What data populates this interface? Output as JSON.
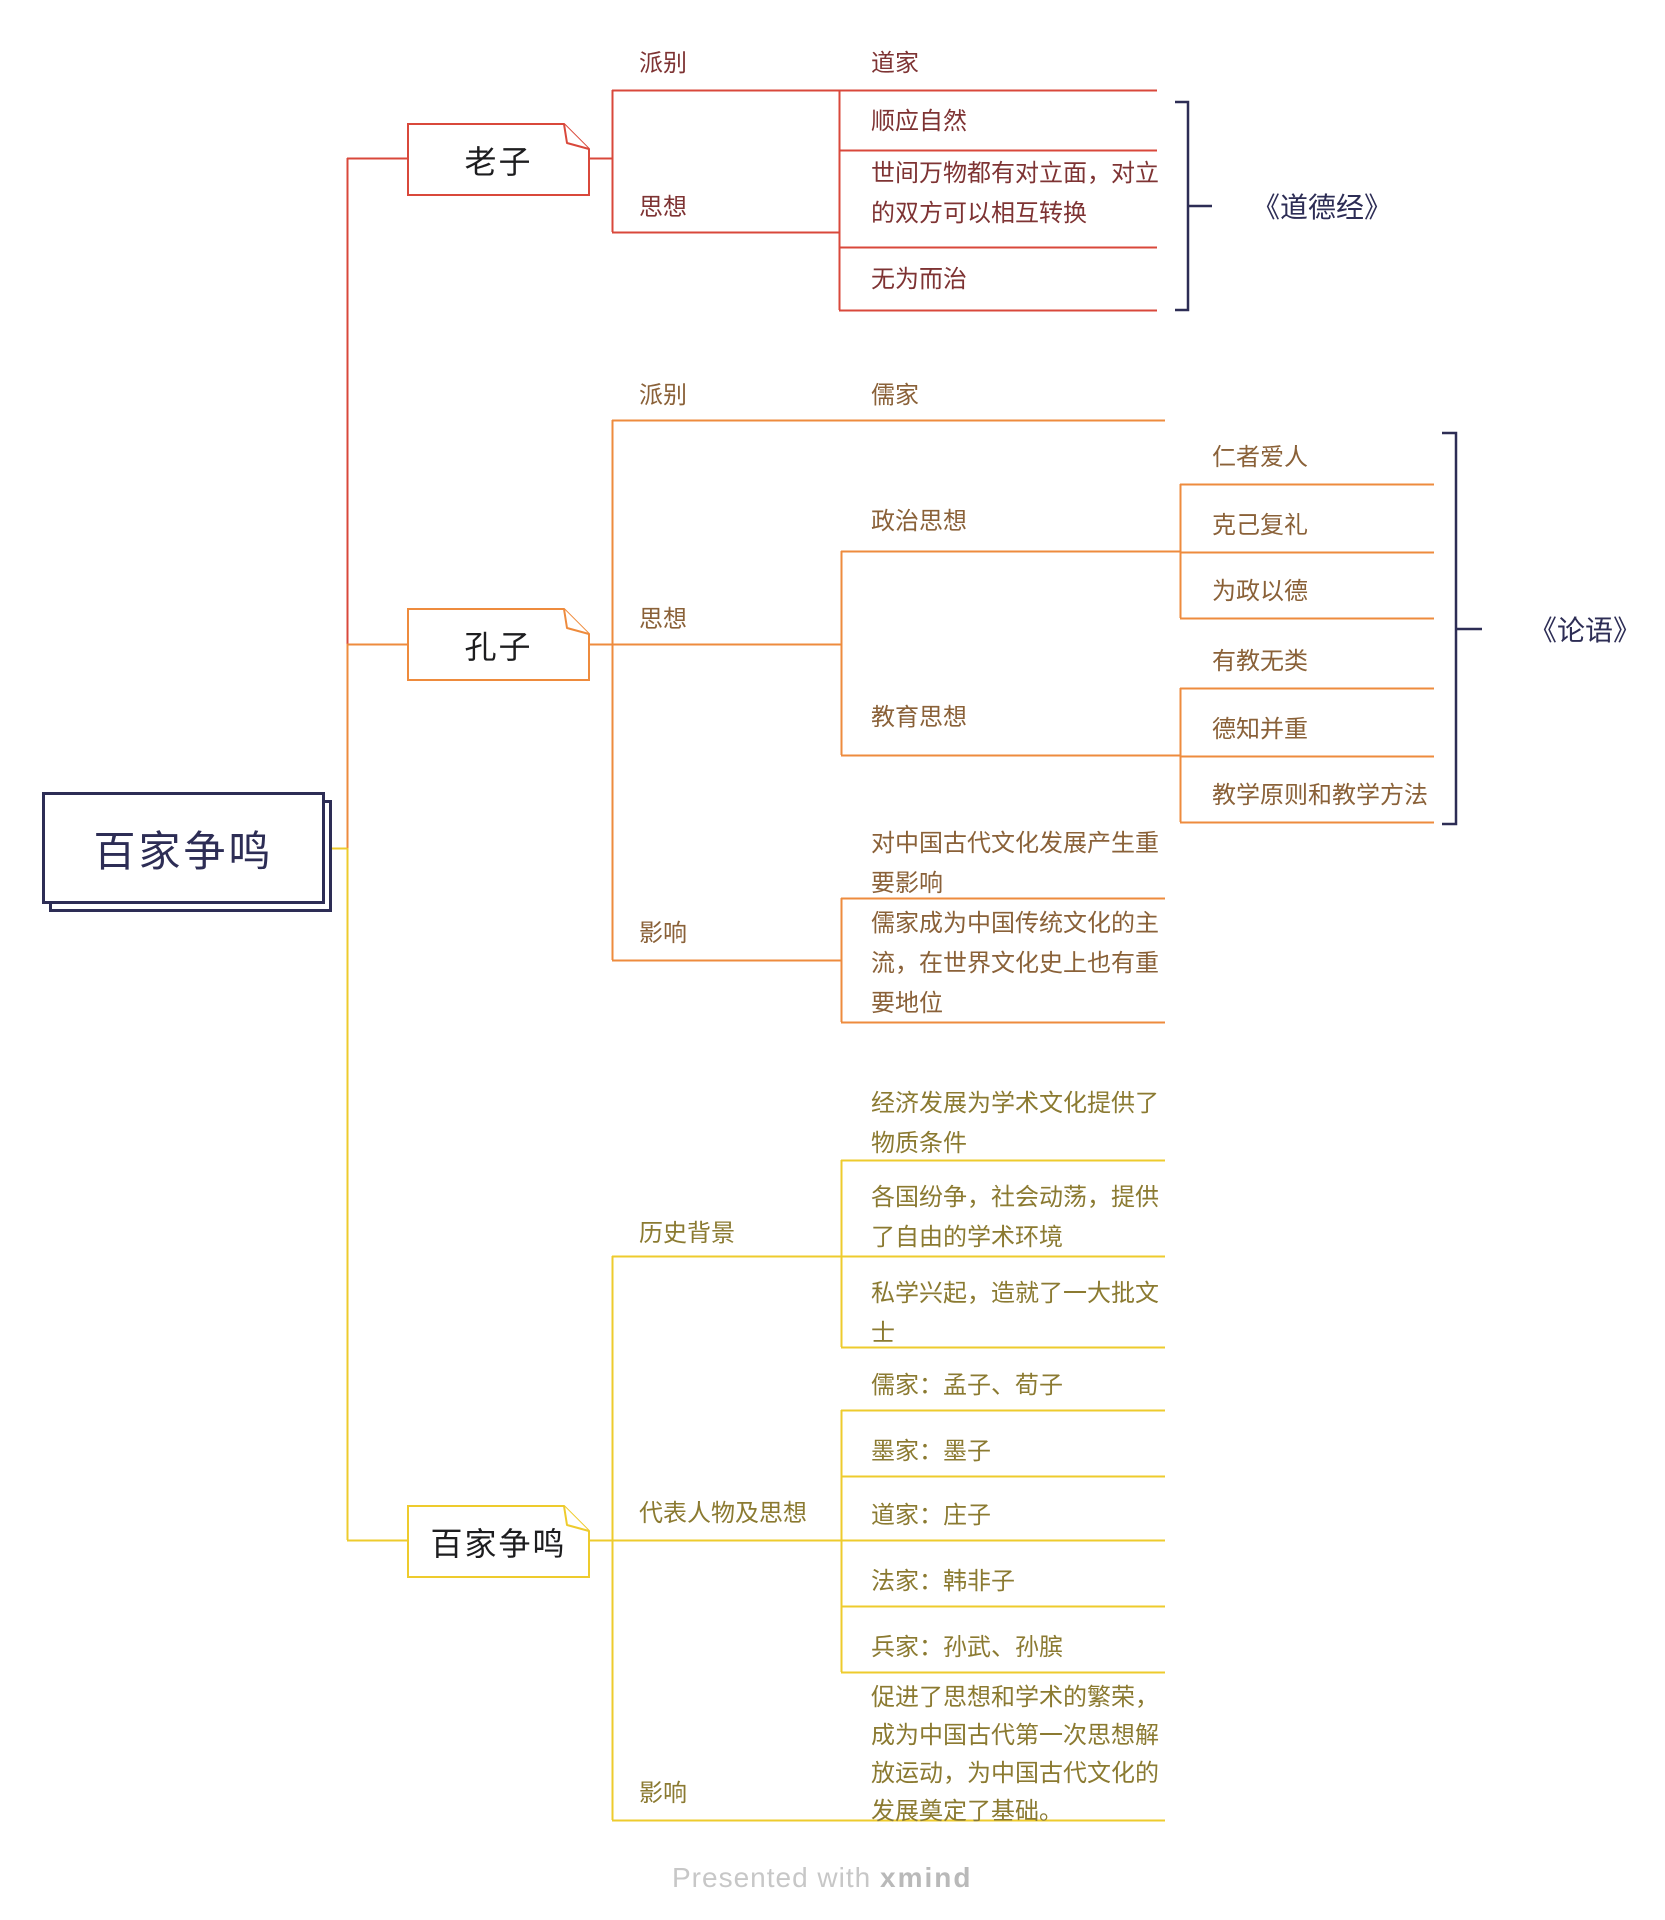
{
  "root": {
    "label": "百家争鸣"
  },
  "laozi": {
    "topic": "老子",
    "paibie_label": "派别",
    "paibie_value": "道家",
    "sixiang_label": "思想",
    "ideas": [
      "顺应自然",
      "世间万物都有对立面，对立的双方可以相互转换",
      "无为而治"
    ],
    "book": "《道德经》"
  },
  "kongzi": {
    "topic": "孔子",
    "paibie_label": "派别",
    "paibie_value": "儒家",
    "sixiang_label": "思想",
    "zhengzhi_label": "政治思想",
    "zhengzhi_items": [
      "仁者爱人",
      "克己复礼",
      "为政以德"
    ],
    "jiaoyu_label": "教育思想",
    "jiaoyu_items": [
      "有教无类",
      "德知并重",
      "教学原则和教学方法"
    ],
    "yingxiang_label": "影响",
    "yingxiang_items": [
      "对中国古代文化发展产生重要影响",
      "儒家成为中国传统文化的主流，在世界文化史上也有重要地位"
    ],
    "book": "《论语》"
  },
  "baijia": {
    "topic": "百家争鸣",
    "lishi_label": "历史背景",
    "lishi_items": [
      "经济发展为学术文化提供了物质条件",
      "各国纷争，社会动荡，提供了自由的学术环境",
      "私学兴起，造就了一大批文士"
    ],
    "daibiao_label": "代表人物及思想",
    "daibiao_items": [
      "儒家：孟子、荀子",
      "墨家：墨子",
      "道家：庄子",
      "法家：韩非子",
      "兵家：孙武、孙膑"
    ],
    "yingxiang_label": "影响",
    "yingxiang_items": [
      "促进了思想和学术的繁荣，成为中国古代第一次思想解放运动，为中国古代文化的发展奠定了基础。"
    ]
  },
  "footer": {
    "prefix": "Presented with ",
    "brand": "xmind"
  },
  "colors": {
    "navy": "#2d2d55",
    "red_line": "#d9483b",
    "red_text": "#7e3333",
    "orange_line": "#ee8b3d",
    "orange_text": "#8a6138",
    "yellow_line": "#eecb2d",
    "yellow_text": "#8b7a31"
  }
}
